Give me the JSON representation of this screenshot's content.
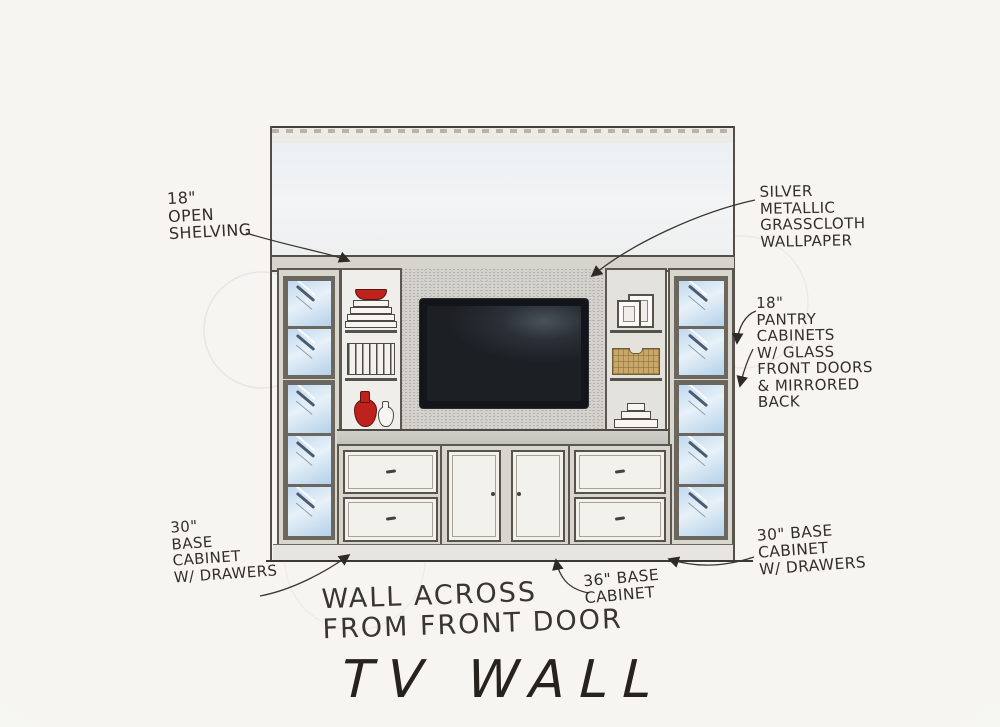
{
  "title": {
    "text": "TV WALL"
  },
  "caption": {
    "text": "WALL ACROSS\nFROM FRONT DOOR"
  },
  "annotations": {
    "open_shelving": {
      "text": "18\"\nOPEN\nSHELVING"
    },
    "wallpaper": {
      "text": "SILVER\nMETALLIC\nGRASSCLOTH\nWALLPAPER"
    },
    "pantry_cabinets": {
      "text": "18\"\nPANTRY\nCABINETS\nW/ GLASS\nFRONT DOORS\n& MIRRORED\nBACK"
    },
    "base_cabinet_left": {
      "text": "30\"\nBASE\nCABINET\nW/ DRAWERS"
    },
    "base_cabinet_center": {
      "text": "36\" BASE\nCABINET"
    },
    "base_cabinet_right": {
      "text": "30\" BASE\nCABINET\nW/ DRAWERS"
    }
  },
  "colors": {
    "paper": "#f7f6f3",
    "ink": "#332e29",
    "glass_blue": "#bcd6ec",
    "wallpaper_gray": "#d3d2cc",
    "tv_black": "#14151a",
    "accent_red": "#bf211c",
    "basket_tan": "#c9a768",
    "cabinet_frame": "#5c584f",
    "drawer_face": "#f3f1ec",
    "upper_wall_tint": "#ecf0f3"
  },
  "icons": {
    "tv-screen": "dark rounded rectangle",
    "glass-pane": "blue pane with diagonal reflection strokes",
    "red-bowl": "red shallow bowl shape",
    "book-stack": "stacked horizontal bars",
    "record-stack": "vertical hatch lines",
    "red-vase": "red bottle shape",
    "white-vase": "white bottle shape",
    "picture-frame": "nested rectangles",
    "woven-basket": "tan grid rectangle with notch handle",
    "tiered-trays": "stacked shrinking bars",
    "leader-arrow": "solid triangle arrowhead"
  }
}
